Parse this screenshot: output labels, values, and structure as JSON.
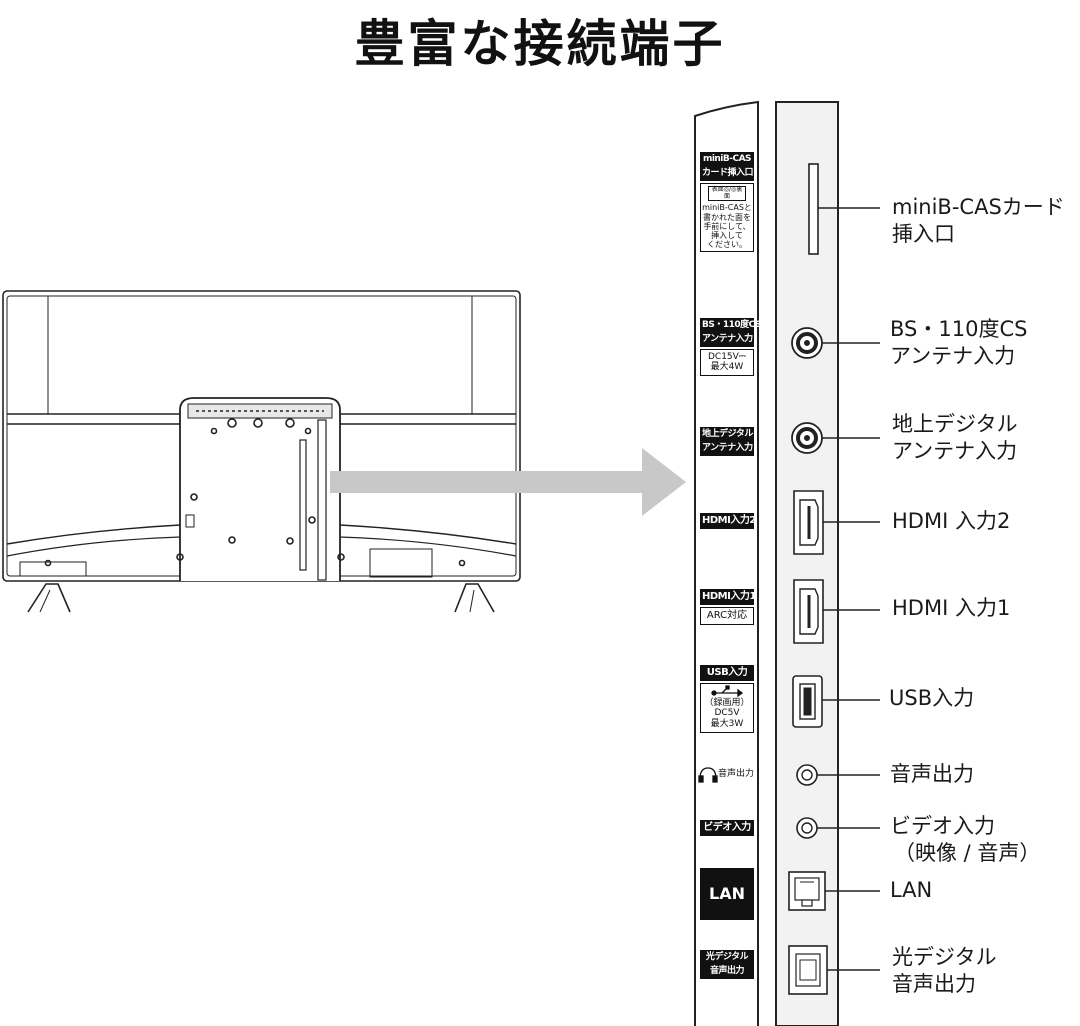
{
  "title": "豊富な接続端子",
  "panel_labels": {
    "bcas_title_1": "miniB-CAS",
    "bcas_title_2": "カード挿入口",
    "bcas_chip": "表面◎/◎裏面",
    "bcas_note_1": "miniB-CASと",
    "bcas_note_2": "書かれた面を",
    "bcas_note_3": "手前にして、",
    "bcas_note_4": "挿入して",
    "bcas_note_5": "ください。",
    "bs_title_1": "BS・110度CS",
    "bs_title_2": "アンテナ入力",
    "bs_note_1": "DC15V⎓",
    "bs_note_2": "最大4W",
    "terr_title_1": "地上デジタル",
    "terr_title_2": "アンテナ入力",
    "hdmi2": "HDMI入力2",
    "hdmi1": "HDMI入力1",
    "hdmi1_note": "ARC対応",
    "usb_title": "USB入力",
    "usb_note_1": "（録画用）",
    "usb_note_2": "DC5V",
    "usb_note_3": "最大3W",
    "audio_out": "音声出力",
    "video_in": "ビデオ入力",
    "lan": "LAN",
    "optical_1": "光デジタル",
    "optical_2": "音声出力"
  },
  "callouts": {
    "bcas_1": "miniB-CASカード",
    "bcas_2": "挿入口",
    "bs_1": "BS・110度CS",
    "bs_2": "アンテナ入力",
    "terr_1": "地上デジタル",
    "terr_2": "アンテナ入力",
    "hdmi2": "HDMI 入力2",
    "hdmi1": "HDMI 入力1",
    "usb": "USB入力",
    "audio_out": "音声出力",
    "video_1": "ビデオ入力",
    "video_2": "（映像 / 音声）",
    "lan": "LAN",
    "optical_1": "光デジタル",
    "optical_2": "音声出力"
  },
  "colors": {
    "line": "#222222",
    "arrow": "#c8c8c8",
    "panel": "#f2f2f2"
  }
}
